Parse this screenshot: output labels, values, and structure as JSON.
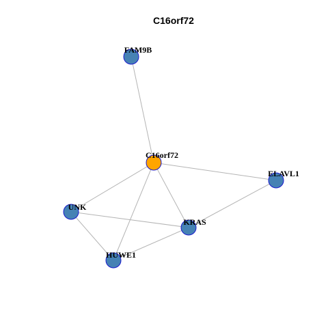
{
  "title": "C16orf72",
  "colors": {
    "center_node": "#ffa500",
    "neighbor_node": "#4682b4",
    "node_border": "#1a1acd",
    "edge": "#b4b4b4"
  },
  "nodes": [
    {
      "id": "FAM9B",
      "label": "FAM9B",
      "role": "neighbor"
    },
    {
      "id": "C16orf72",
      "label": "C16orf72",
      "role": "center"
    },
    {
      "id": "ELAVL1",
      "label": "ELAVL1",
      "role": "neighbor"
    },
    {
      "id": "UNK",
      "label": "UNK",
      "role": "neighbor"
    },
    {
      "id": "KRAS",
      "label": "KRAS",
      "role": "neighbor"
    },
    {
      "id": "HUWE1",
      "label": "HUWE1",
      "role": "neighbor"
    }
  ],
  "edges": [
    {
      "source": "FAM9B",
      "target": "C16orf72"
    },
    {
      "source": "C16orf72",
      "target": "ELAVL1"
    },
    {
      "source": "C16orf72",
      "target": "UNK"
    },
    {
      "source": "C16orf72",
      "target": "KRAS"
    },
    {
      "source": "C16orf72",
      "target": "HUWE1"
    },
    {
      "source": "ELAVL1",
      "target": "KRAS"
    },
    {
      "source": "UNK",
      "target": "KRAS"
    },
    {
      "source": "UNK",
      "target": "HUWE1"
    },
    {
      "source": "KRAS",
      "target": "HUWE1"
    }
  ]
}
